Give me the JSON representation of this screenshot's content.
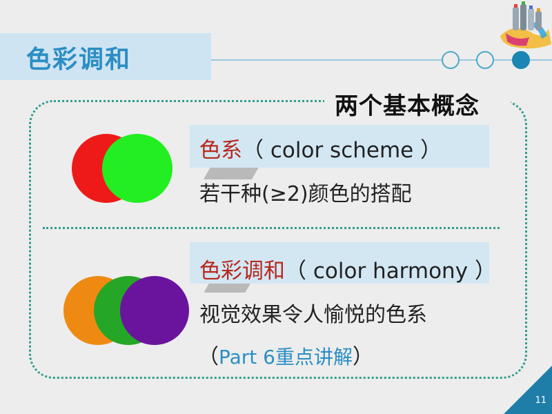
{
  "slide": {
    "title": "色彩调和",
    "subtitle": "两个基本概念",
    "page_number": "11"
  },
  "section1": {
    "term": "色系",
    "term_en": "（ color scheme ）",
    "description": "若干种(≥2)颜色的搭配",
    "circle_colors": [
      "#ee1a1a",
      "#22ee22"
    ]
  },
  "section2": {
    "term": "色彩调和",
    "term_en": "（ color harmony ）",
    "description": "视觉效果令人愉悦的色系",
    "note_open": "（",
    "note": "Part 6重点讲解",
    "note_close": "）",
    "circle_colors": [
      "#ee8a12",
      "#26a626",
      "#6a149e"
    ]
  },
  "colors": {
    "accent": "#2a8ec4",
    "term_red": "#b8271c",
    "frame_teal": "#2e9c8c",
    "corner_blue": "#1f7ea8"
  },
  "icons": {
    "decoration": "paint-cans-icon"
  }
}
